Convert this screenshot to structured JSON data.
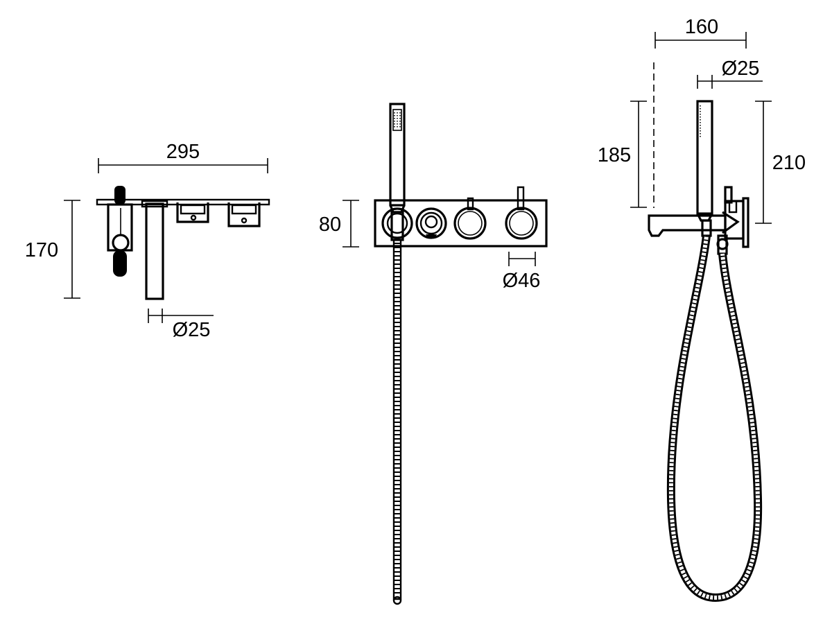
{
  "colors": {
    "line": "#000000",
    "background": "#ffffff"
  },
  "front_view": {
    "width_label": "295",
    "height_label": "170",
    "spout_diameter_label": "Ø25"
  },
  "elevation_view": {
    "height_label": "80",
    "handle_diameter_label": "Ø46"
  },
  "side_view": {
    "projection_label": "160",
    "handpiece_diameter_label": "Ø25",
    "spout_height_label": "185",
    "handpiece_height_label": "210"
  }
}
